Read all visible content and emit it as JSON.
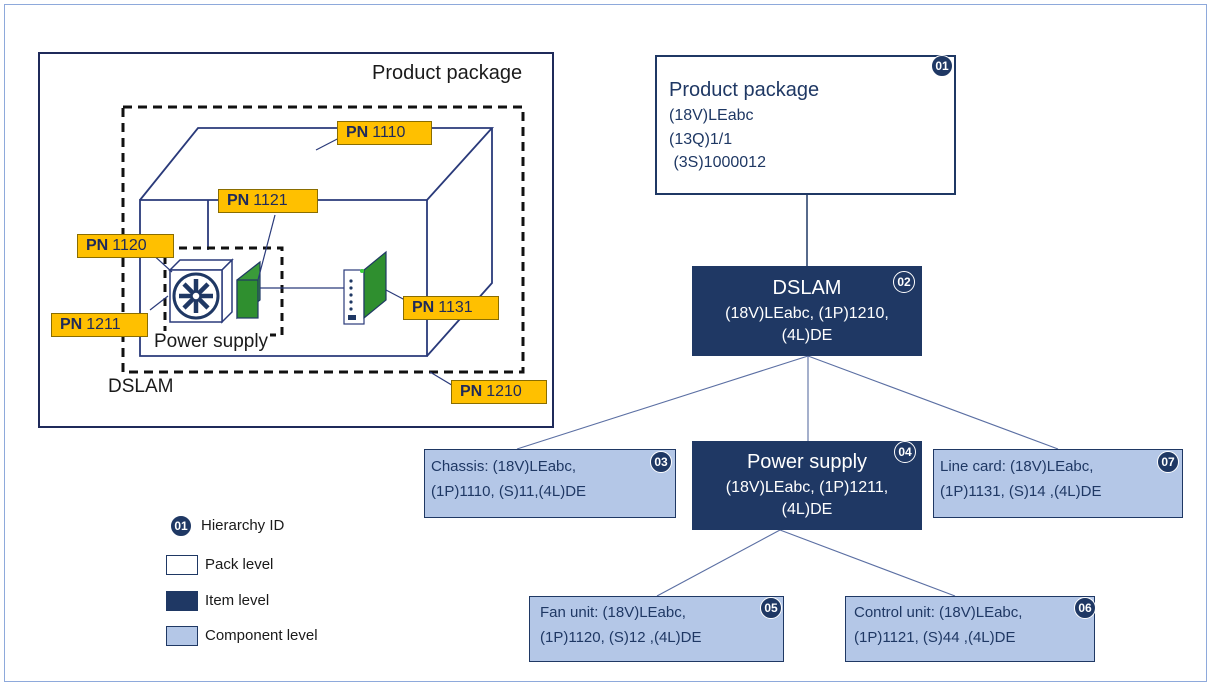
{
  "left_panel": {
    "title": "Product package",
    "dslam_label": "DSLAM",
    "power_supply_label": "Power supply",
    "pn_prefix": "PN",
    "pn_tags": [
      "1110",
      "1121",
      "1120",
      "1211",
      "1131",
      "1210"
    ]
  },
  "tree": {
    "n01": {
      "badge": "01",
      "title": "Product package",
      "lines": [
        "(18V)LEabc",
        "(13Q)1/1",
        " (3S)1000012"
      ]
    },
    "n02": {
      "badge": "02",
      "title": "DSLAM",
      "line1": "(18V)LEabc, (1P)1210,",
      "line2": "(4L)DE"
    },
    "n03": {
      "badge": "03",
      "line1": "Chassis: (18V)LEabc,",
      "line2": "(1P)1110, (S)11,(4L)DE"
    },
    "n04": {
      "badge": "04",
      "title": "Power supply",
      "line1": "(18V)LEabc, (1P)1211,",
      "line2": "(4L)DE"
    },
    "n05": {
      "badge": "05",
      "line1": "Fan unit: (18V)LEabc,",
      "line2": "(1P)1120, (S)12 ,(4L)DE"
    },
    "n06": {
      "badge": "06",
      "line1": "Control unit: (18V)LEabc,",
      "line2": "(1P)1121, (S)44 ,(4L)DE"
    },
    "n07": {
      "badge": "07",
      "line1": "Line card: (18V)LEabc,",
      "line2": "(1P)1131, (S)14 ,(4L)DE"
    }
  },
  "legend": {
    "id_badge": "01",
    "hierarchy": "Hierarchy ID",
    "pack": "Pack level",
    "item": "Item level",
    "component": "Component level"
  },
  "colors": {
    "navy": "#1f3864",
    "component": "#b4c7e7",
    "pn_tag": "#ffc000",
    "frame": "#8ea9db"
  },
  "icons": [
    "qr-code-icon",
    "fan-icon",
    "circuit-board-icon",
    "line-card-icon"
  ]
}
